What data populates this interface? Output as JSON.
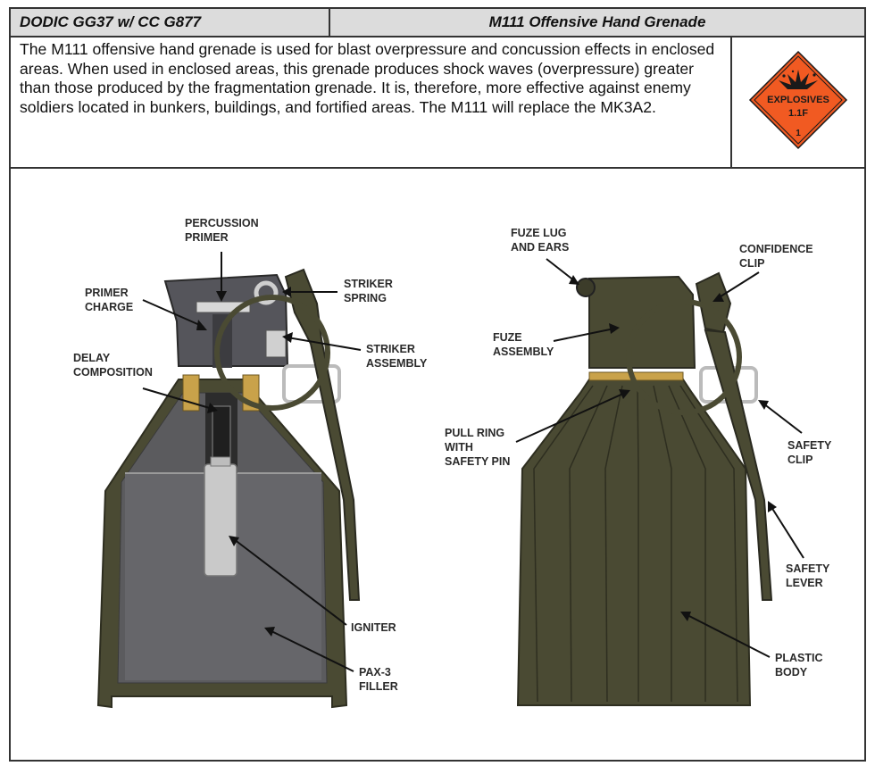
{
  "header": {
    "dodic": "DODIC GG37 w/ CC G877",
    "title": "M111 Offensive Hand Grenade"
  },
  "description": "The M111 offensive hand grenade is used for blast overpressure and concussion effects in enclosed areas. When used in enclosed areas, this grenade produces shock waves (overpressure) greater than those produced by the fragmentation grenade. It is, therefore, more effective against enemy soldiers located in bunkers, buildings, and fortified areas. The M111 will replace the MK3A2.",
  "hazard_placard": {
    "line1": "EXPLOSIVES",
    "line2": "1.1F",
    "division": "1",
    "color": "#f15a22"
  },
  "cutaway_labels": {
    "percussion_primer": [
      "PERCUSSION",
      "PRIMER"
    ],
    "primer_charge": [
      "PRIMER",
      "CHARGE"
    ],
    "striker_spring": [
      "STRIKER",
      "SPRING"
    ],
    "striker_assembly": [
      "STRIKER",
      "ASSEMBLY"
    ],
    "delay_composition": [
      "DELAY",
      "COMPOSITION"
    ],
    "igniter": [
      "IGNITER"
    ],
    "pax3_filler": [
      "PAX-3",
      "FILLER"
    ]
  },
  "exterior_labels": {
    "fuze_lug": [
      "FUZE LUG",
      "AND EARS"
    ],
    "confidence_clip": [
      "CONFIDENCE",
      "CLIP"
    ],
    "fuze_assembly": [
      "FUZE",
      "ASSEMBLY"
    ],
    "pull_ring": [
      "PULL RING",
      "WITH",
      "SAFETY PIN"
    ],
    "safety_clip": [
      "SAFETY",
      "CLIP"
    ],
    "safety_lever": [
      "SAFETY",
      "LEVER"
    ],
    "plastic_body": [
      "PLASTIC",
      "BODY"
    ]
  },
  "colors": {
    "body_green": "#4a4a33",
    "body_green_light": "#5a5a40",
    "cutaway_gray": "#626266",
    "fuze_gray": "#55555b",
    "brass": "#c9a24a"
  }
}
